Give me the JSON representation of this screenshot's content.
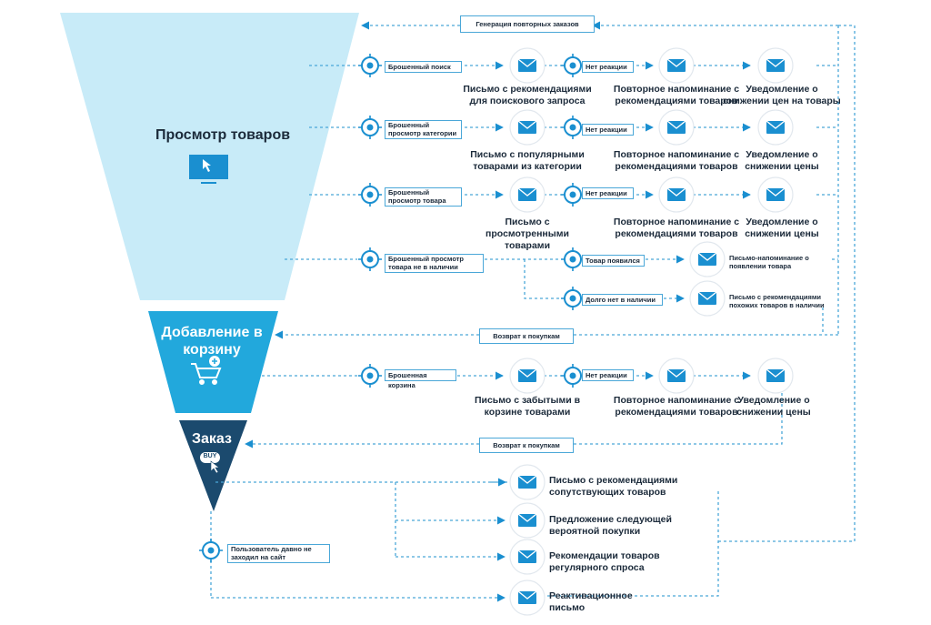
{
  "funnel": {
    "stage1": "Просмотр товаров",
    "stage2": "Добавление в корзину",
    "stage3": "Заказ",
    "buy_badge": "BUY"
  },
  "top_tag": "Генерация повторных заказов",
  "rows": [
    {
      "trigger": "Брошенный поиск",
      "mid": "Нет реакции",
      "email1": "Письмо с рекомендациями для поискового запроса",
      "email2": "Повторное напоминание с рекомендациями товаров",
      "email3": "Уведомление о снижении цен на товары"
    },
    {
      "trigger": "Брошенный просмотр категории",
      "mid": "Нет реакции",
      "email1": "Письмо с популярными товарами из категории",
      "email2": "Повторное напоминание с рекомендациями товаров",
      "email3": "Уведомление о снижении цены"
    },
    {
      "trigger": "Брошенный просмотр товара",
      "mid": "Нет реакции",
      "email1": "Письмо с просмотренными товарами",
      "email2": "Повторное напоминание с рекомендациями товаров",
      "email3": "Уведомление о снижении цены"
    }
  ],
  "stock": {
    "trigger": "Брошенный просмотр товара не в наличии",
    "branch1": "Товар появился",
    "email1": "Письмо-напоминание о появлении товара",
    "branch2": "Долго нет в наличии",
    "email2": "Письмо с рекомендациями похожих товаров в наличии"
  },
  "return1": "Возврат к покупкам",
  "cart": {
    "trigger": "Брошенная корзина",
    "mid": "Нет реакции",
    "email1": "Письмо с забытыми в корзине товарами",
    "email2": "Повторное напоминание с рекомендациями товаров",
    "email3": "Уведомление о снижении цены"
  },
  "return2": "Возврат к покупкам",
  "post_order": [
    "Письмо с рекомендациями сопутствующих товаров",
    "Предложение следующей вероятной покупки",
    "Рекомендации товаров регулярного спроса"
  ],
  "inactive": {
    "trigger": "Пользователь давно не заходил на сайт",
    "email": "Реактивационное письмо"
  },
  "colors": {
    "funnel_light": "#c8ebf8",
    "funnel_mid": "#22a8dc",
    "funnel_dark": "#1b4a6e",
    "accent": "#1a8fd0",
    "line": "#4aa7d8",
    "text": "#1b2a3a"
  }
}
